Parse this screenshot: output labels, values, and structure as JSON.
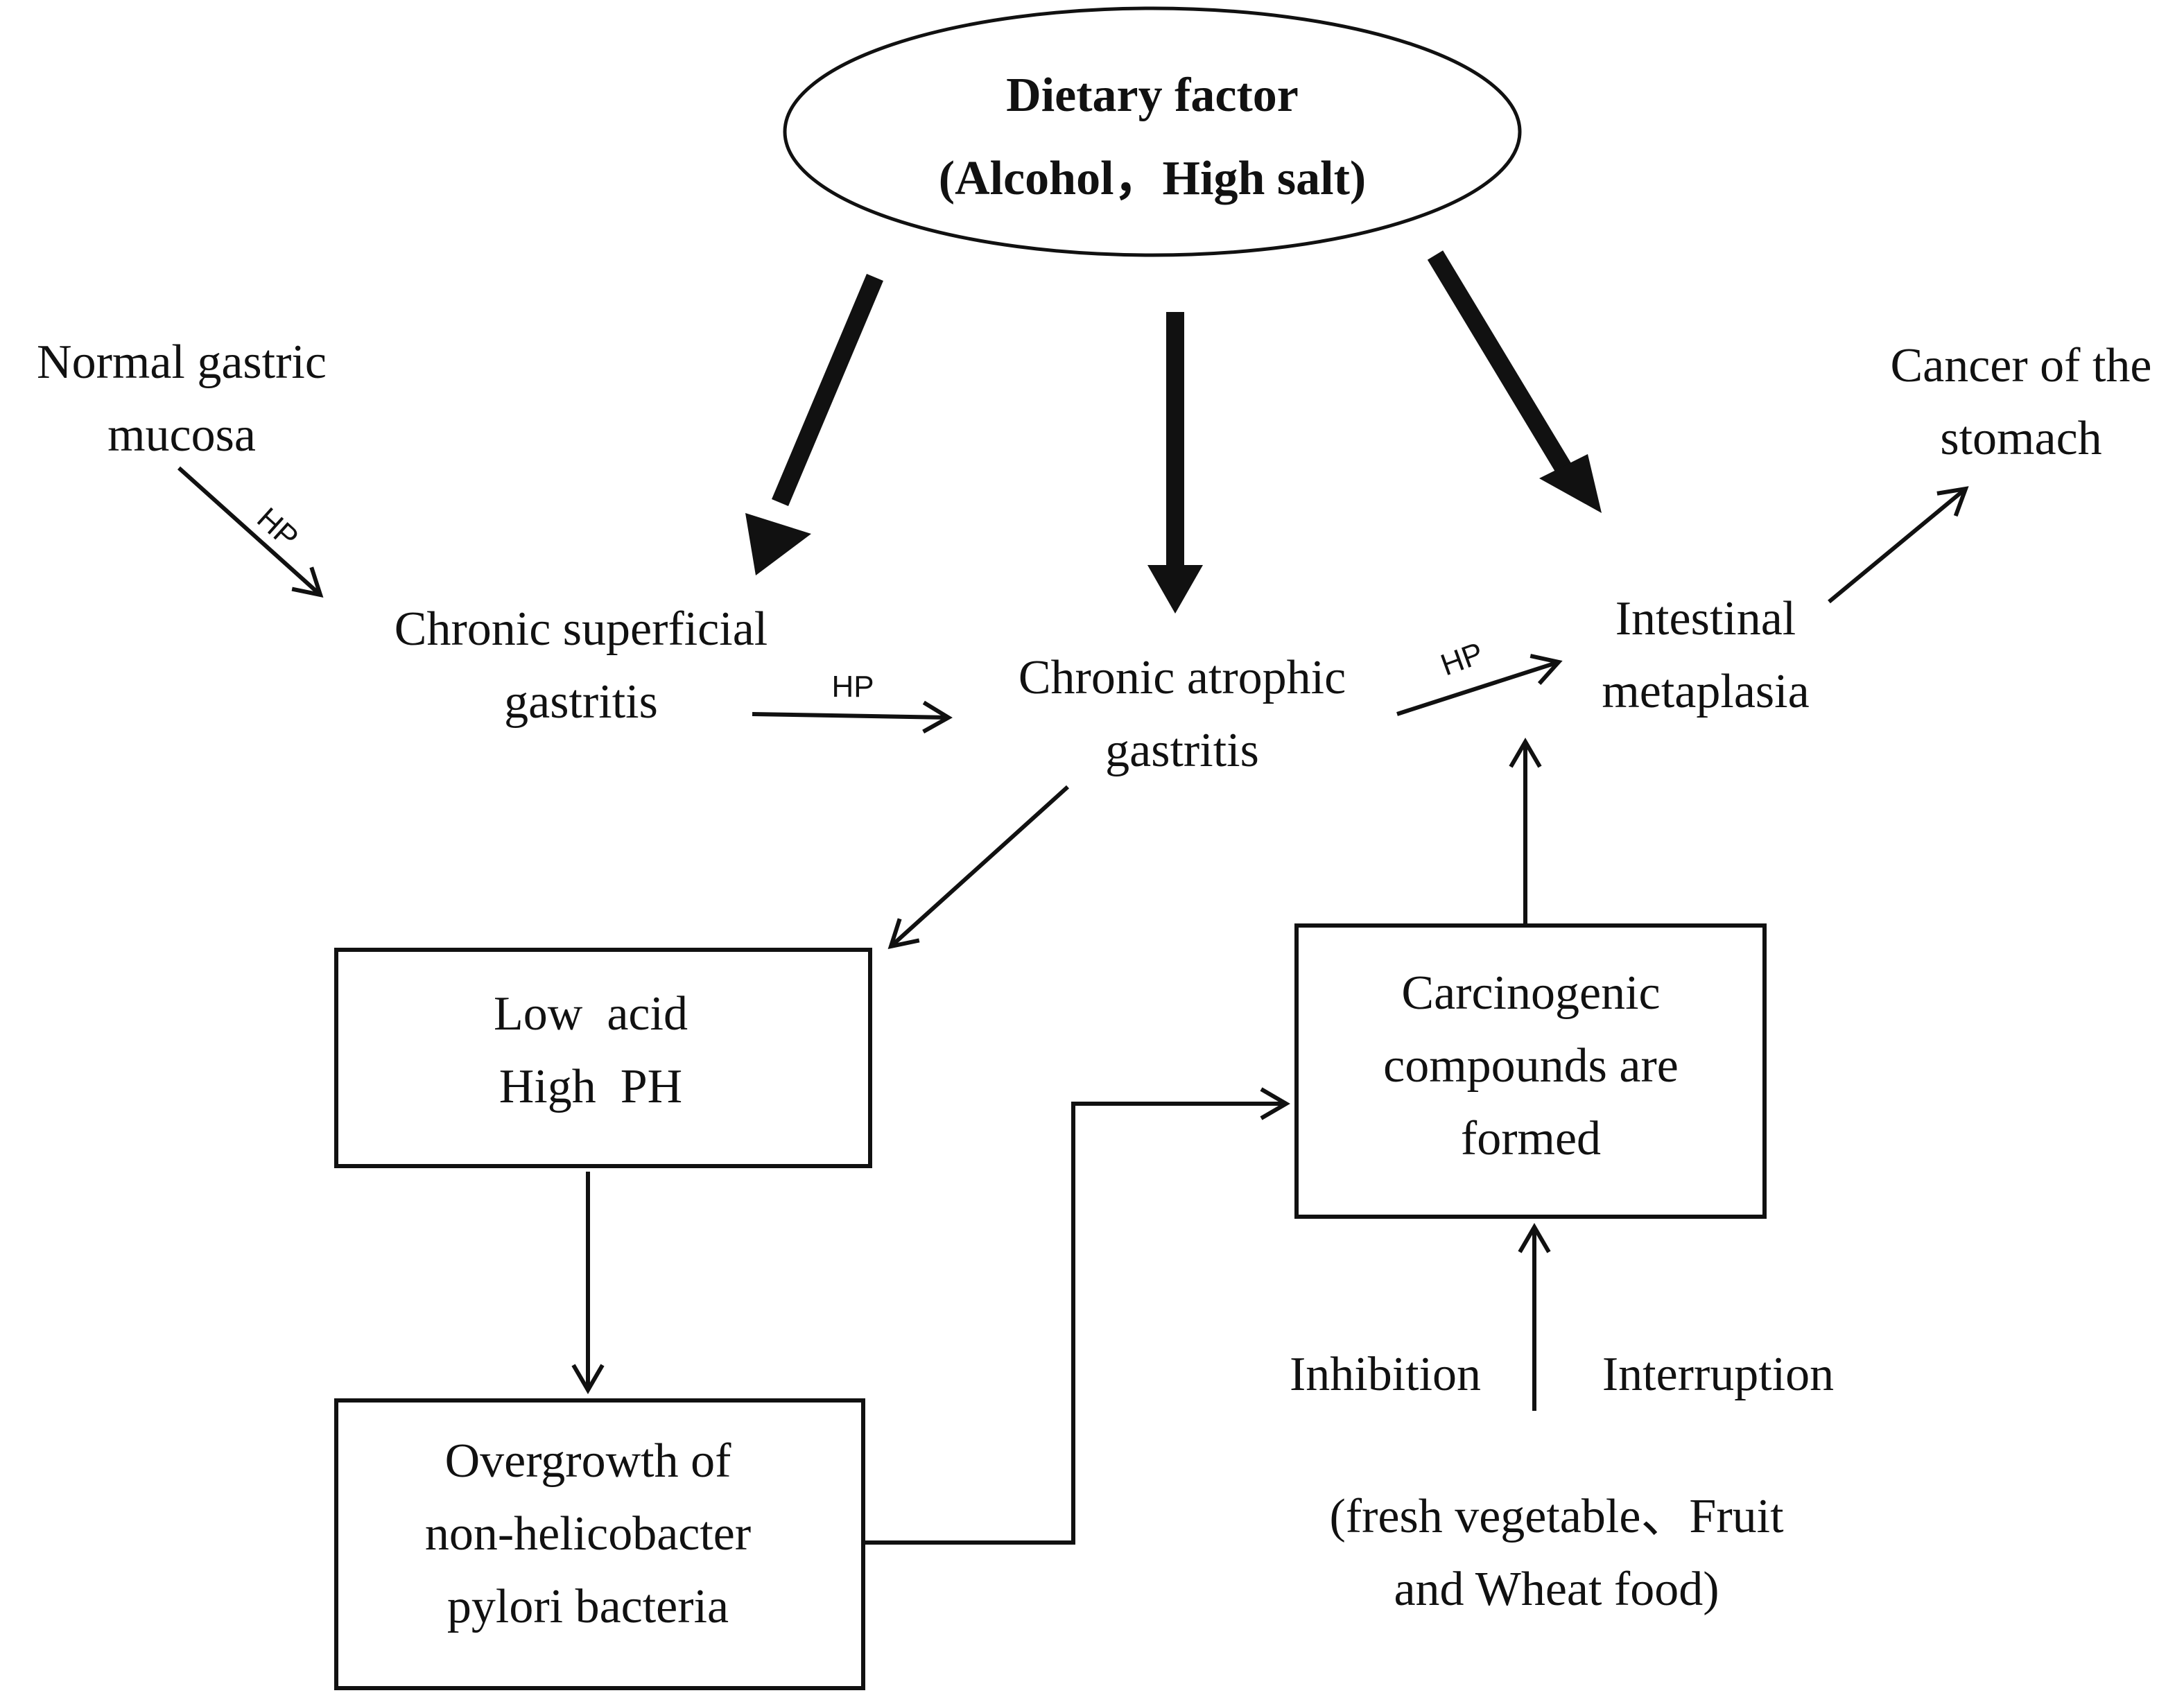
{
  "dietary": {
    "line1": "Dietary factor",
    "line2": "(Alcohol，High salt)"
  },
  "normal": {
    "line1": "Normal gastric",
    "line2": "mucosa"
  },
  "superficial": {
    "line1": "Chronic superficial",
    "line2": "gastritis"
  },
  "atrophic": {
    "line1": "Chronic atrophic",
    "line2": "gastritis"
  },
  "metaplasia": {
    "line1": "Intestinal",
    "line2": "metaplasia"
  },
  "cancer": {
    "line1": "Cancer of the",
    "line2": "stomach"
  },
  "hp_label": "HP",
  "low_acid": {
    "line1": "Low  acid",
    "line2": "High  PH"
  },
  "overgrowth": {
    "line1": "Overgrowth of",
    "line2": "non-helicobacter",
    "line3": "pylori bacteria"
  },
  "carcinogenic": {
    "line1": "Carcinogenic",
    "line2": "compounds are",
    "line3": "formed"
  },
  "inhibition": "Inhibition",
  "interruption": "Interruption",
  "foods": {
    "line1": "(fresh vegetable、Fruit",
    "line2": "and Wheat food)"
  }
}
